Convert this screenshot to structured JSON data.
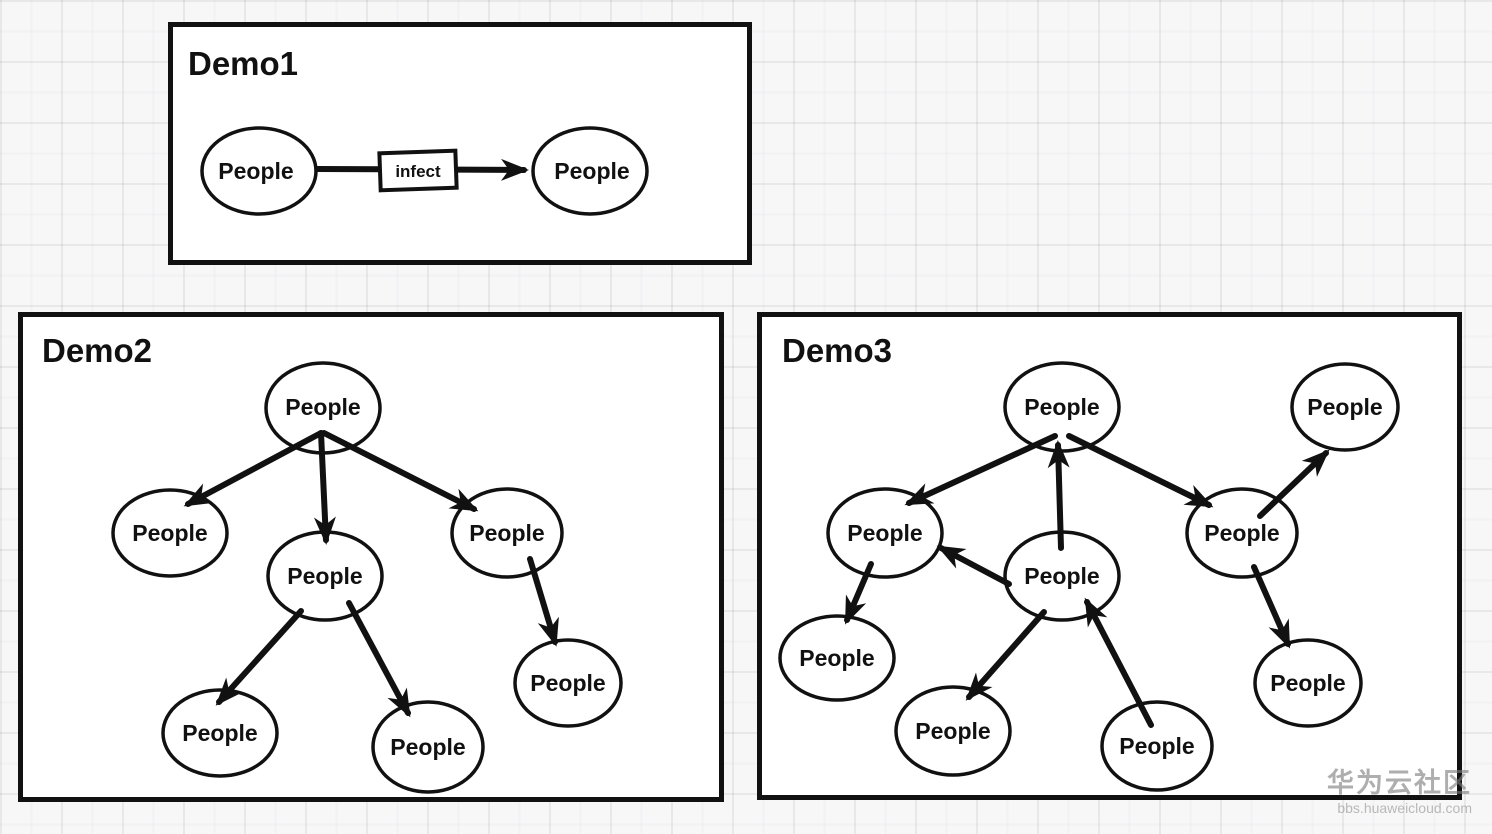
{
  "demo1": {
    "title": "Demo1",
    "nodes": [
      "People",
      "People"
    ],
    "edge_label": "infect",
    "edges": [
      {
        "from": 0,
        "to": 1,
        "label": "infect"
      }
    ]
  },
  "demo2": {
    "title": "Demo2",
    "nodes": [
      "People",
      "People",
      "People",
      "People",
      "People",
      "People",
      "People"
    ],
    "edges": [
      {
        "from": 0,
        "to": 1
      },
      {
        "from": 0,
        "to": 2
      },
      {
        "from": 0,
        "to": 3
      },
      {
        "from": 2,
        "to": 4
      },
      {
        "from": 2,
        "to": 5
      },
      {
        "from": 3,
        "to": 6
      }
    ]
  },
  "demo3": {
    "title": "Demo3",
    "nodes": [
      "People",
      "People",
      "People",
      "People",
      "People",
      "People",
      "People",
      "People",
      "People"
    ],
    "edges": [
      {
        "from": 0,
        "to": 2
      },
      {
        "from": 4,
        "to": 0
      },
      {
        "from": 0,
        "to": 3
      },
      {
        "from": 3,
        "to": 1
      },
      {
        "from": 4,
        "to": 2
      },
      {
        "from": 2,
        "to": 5
      },
      {
        "from": 4,
        "to": 6
      },
      {
        "from": 7,
        "to": 4
      },
      {
        "from": 3,
        "to": 8
      }
    ]
  },
  "watermark": {
    "brand": "华为云社区",
    "site": "bbs.huaweicloud.com"
  },
  "colors": {
    "ink": "#111111",
    "panel_bg": "#ffffff",
    "page_bg": "#f7f7f8",
    "watermark": "#8f8f8f"
  }
}
